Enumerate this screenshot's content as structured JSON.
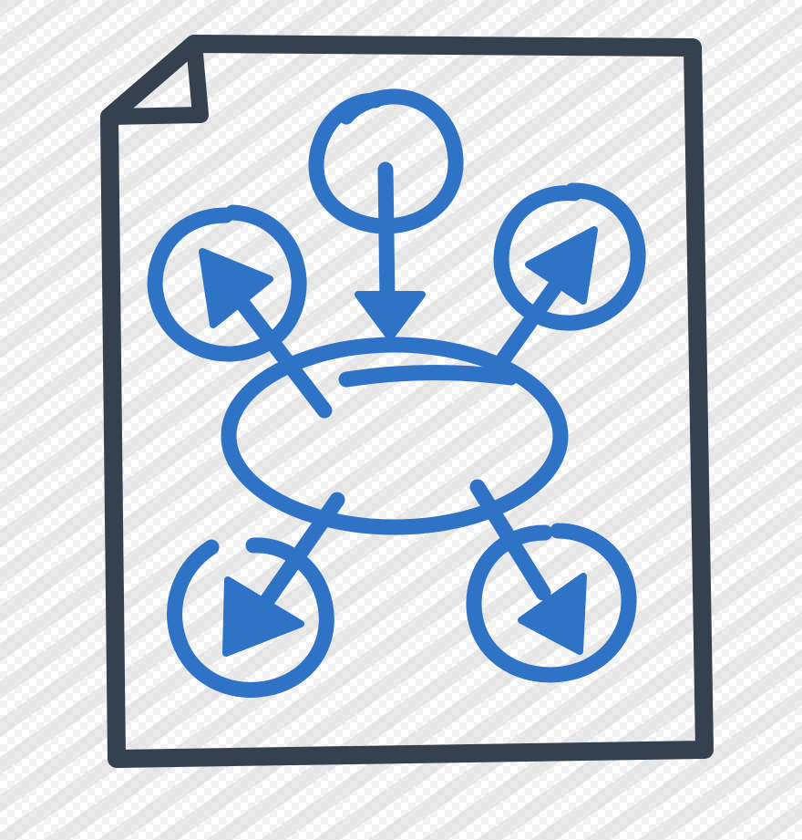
{
  "colors": {
    "paper_outline": "#36414f",
    "diagram_blue": "#2e73c5",
    "paper_fill": "#ffffff",
    "checker_light": "#f2f2f2",
    "checker_white": "#ffffff",
    "diagonal_stripe": "#d9d9d9"
  },
  "icon": {
    "name": "document-mind-map-icon",
    "components": [
      "paper-sheet",
      "folded-corner",
      "center-ellipse",
      "inbound-node-top",
      "outbound-node-upper-left",
      "outbound-node-upper-right",
      "outbound-node-lower-left",
      "outbound-node-lower-right"
    ]
  }
}
